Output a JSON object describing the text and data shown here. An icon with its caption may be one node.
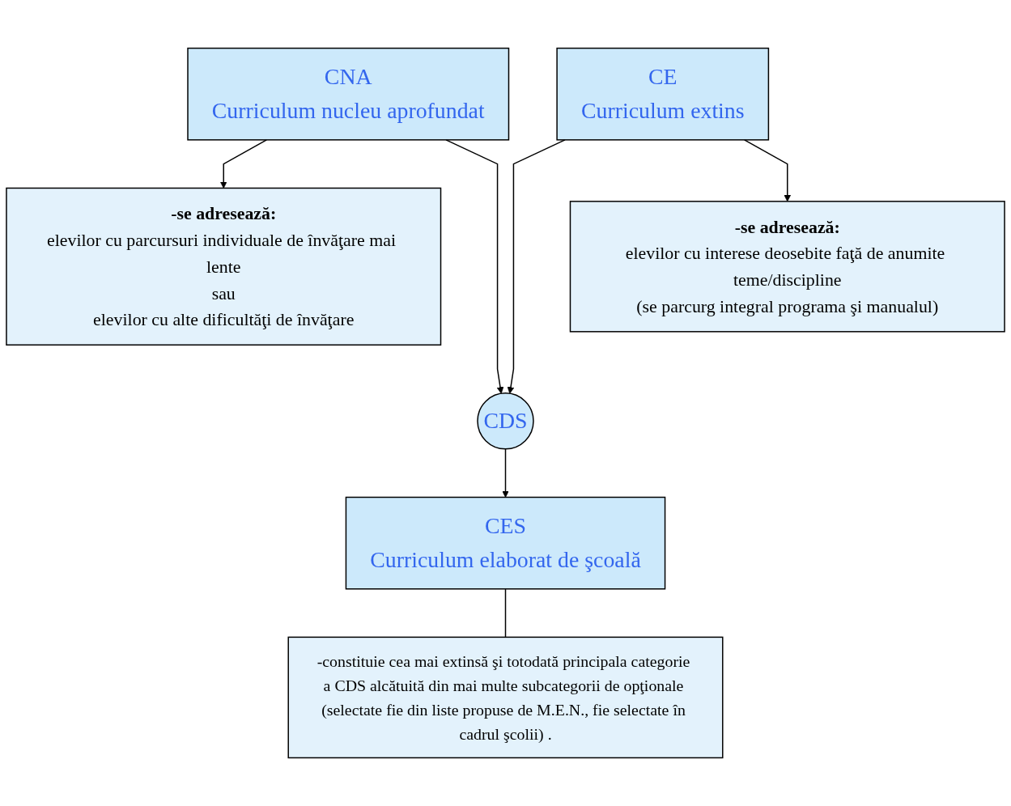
{
  "diagram": {
    "nodes": [
      {
        "text": [
          "CNA",
          "Curriculum nucleu aprofundat"
        ]
      },
      {
        "text": [
          "CE",
          "Curriculum extins"
        ]
      },
      {
        "text": [
          "-se adresează:",
          "elevilor cu parcursuri individuale de învăţare mai lente",
          "sau",
          "elevilor cu alte dificultăţi de învăţare"
        ]
      },
      {
        "text": [
          "-se adresează:",
          "elevilor cu interese deosebite faţă de anumite teme/discipline",
          "(se parcurg integral programa şi manualul)"
        ]
      },
      {
        "text": [
          "CDS"
        ]
      },
      {
        "text": [
          "CES",
          "Curriculum elaborat de şcoală"
        ]
      },
      {
        "text": [
          "-constituie cea mai extinsă şi totodată principala categorie a CDS alcătuită din mai multe subcategorii de opţionale (selectate fie din liste propuse de M.E.N., fie selectate în cadrul şcolii) ."
        ]
      }
    ],
    "edges": [
      {
        "from": 0,
        "to": 2,
        "arrow": "to"
      },
      {
        "from": 0,
        "to": 4,
        "arrow": "to"
      },
      {
        "from": 1,
        "to": 4,
        "arrow": "to"
      },
      {
        "from": 1,
        "to": 3,
        "arrow": "to"
      },
      {
        "from": 4,
        "to": 5,
        "arrow": "to"
      },
      {
        "from": 5,
        "to": 6,
        "arrow": "none"
      }
    ]
  }
}
